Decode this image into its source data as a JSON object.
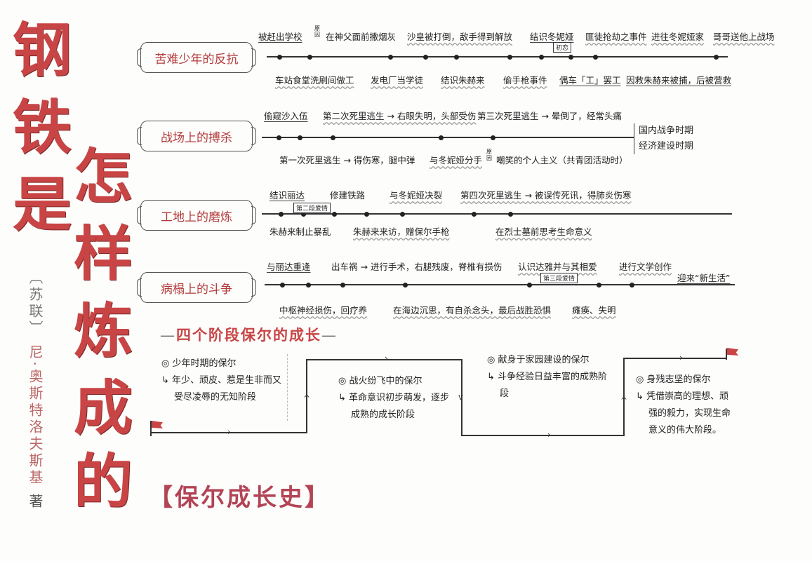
{
  "title": {
    "col1": [
      "钢",
      "铁",
      "是"
    ],
    "col2": [
      "怎",
      "样",
      "炼",
      "成",
      "的"
    ]
  },
  "author": {
    "country": "〔苏联〕",
    "name": "尼·奥斯特洛夫斯基",
    "suffix": "著"
  },
  "sections": [
    {
      "label": "苦难少年的反抗",
      "above": [
        "被赶出学校",
        "在神父面前撒烟灰",
        "沙皇被打倒，敌手得到解放",
        "结识冬妮娅",
        "匪徒抢劫之事件",
        "进往冬妮娅家",
        "哥哥送他上战场"
      ],
      "above_note": "原因",
      "tag": "初恋",
      "below": [
        "车站食堂洗刷间做工",
        "发电厂当学徒",
        "结识朱赫来",
        "偷手枪事件",
        "偶车「工」罢工",
        "因救朱赫来被捕，后被营救"
      ]
    },
    {
      "label": "战场上的搏杀",
      "above": [
        "偷窥沙入伍",
        "第二次死里逃生 → 右眼失明，头部受伤",
        "第三次死里逃生 → 晕倒了，经常头痛"
      ],
      "below": [
        "第一次死里逃生 → 得伤寒，腿中弹",
        "与冬妮娅分手",
        "嘲笑的个人主义（共青团活动时）"
      ],
      "below_note": "原因",
      "periods": [
        "国内战争时期",
        "经济建设时期"
      ]
    },
    {
      "label": "工地上的磨炼",
      "above": [
        "结识丽达",
        "修建铁路",
        "与冬妮娅决裂",
        "第四次死里逃生 → 被误传死讯，得肺炎伤寒"
      ],
      "tag": "第二段爱情",
      "below": [
        "朱赫来制止暴乱",
        "朱赫来来访，赠保尔手枪",
        "在烈士墓前思考生命意义"
      ]
    },
    {
      "label": "病榻上的斗争",
      "above": [
        "与丽达重逢",
        "出车祸 → 进行手术，右腿残废，脊椎有损伤",
        "认识达雅并与其相爱",
        "进行文学创作",
        "迎来“新生活”"
      ],
      "tag": "第三段爱情",
      "below": [
        "中枢神经损伤，回疗养",
        "在海边沉思，有自杀念头，最后战胜恐惧",
        "瘫痪、失明"
      ]
    }
  ],
  "growth": {
    "title": "四个阶段保尔的成长",
    "stages": [
      {
        "head": "少年时期的保尔",
        "desc": "年少、顽皮、惹是生非而又受尽凌辱的无知阶段"
      },
      {
        "head": "战火纷飞中的保尔",
        "desc": "革命意识初步萌发，逐步成熟的成长阶段"
      },
      {
        "head": "献身于家园建设的保尔",
        "desc": "斗争经验日益丰富的成熟阶段"
      },
      {
        "head": "身残志坚的保尔",
        "desc": "凭借崇高的理想、顽强的毅力，实现生命意义的伟大阶段。"
      }
    ],
    "bullet": "◎",
    "arrow_glyph": "↳"
  },
  "history_title": "【保尔成长史】",
  "colors": {
    "accent_red": "#c94545",
    "ink": "#222222",
    "paper": "#fdfdfc"
  }
}
